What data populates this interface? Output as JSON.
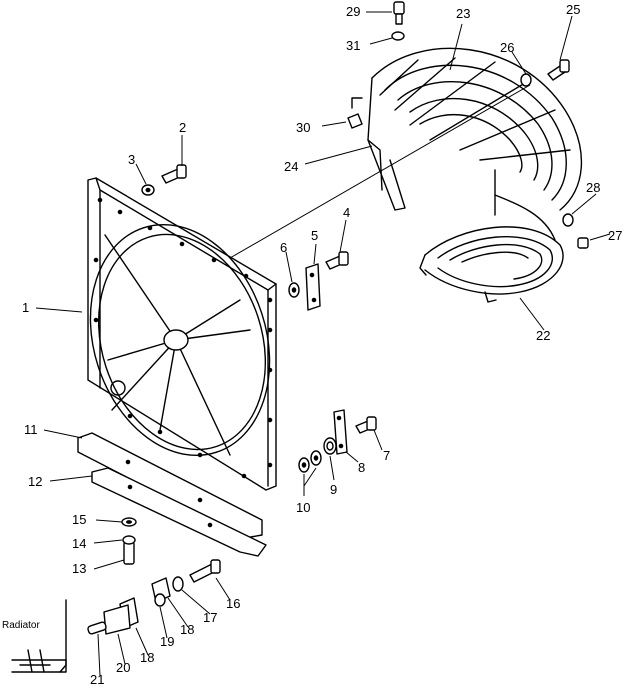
{
  "callouts": {
    "c1": "1",
    "c2": "2",
    "c3": "3",
    "c4": "4",
    "c5": "5",
    "c6": "6",
    "c7": "7",
    "c8": "8",
    "c9": "9",
    "c10": "10",
    "c11": "11",
    "c12": "12",
    "c13": "13",
    "c14": "14",
    "c15": "15",
    "c16": "16",
    "c17": "17",
    "c18a": "18",
    "c18b": "18",
    "c19": "19",
    "c20": "20",
    "c21": "21",
    "c22": "22",
    "c23": "23",
    "c24": "24",
    "c25": "25",
    "c26": "26",
    "c27": "27",
    "c28": "28",
    "c29": "29",
    "c30": "30",
    "c31": "31"
  },
  "labels": {
    "radiator": "Radiator"
  }
}
